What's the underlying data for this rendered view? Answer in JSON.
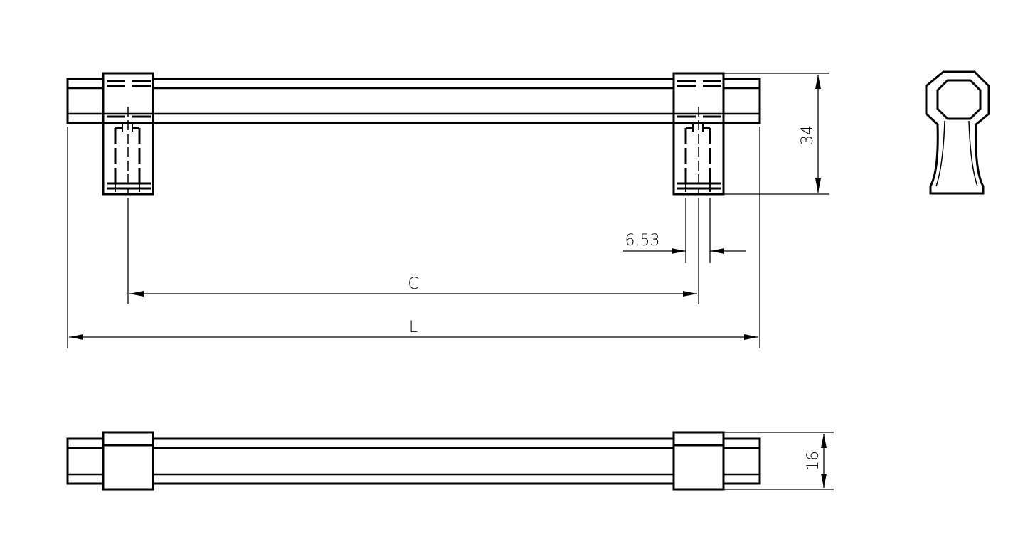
{
  "drawing": {
    "labels": {
      "height_dim": "34",
      "hole_dim": "6,53",
      "center_dim": "C",
      "length_dim": "L",
      "depth_dim": "16"
    },
    "colors": {
      "line": "#000000",
      "background": "#ffffff"
    }
  }
}
